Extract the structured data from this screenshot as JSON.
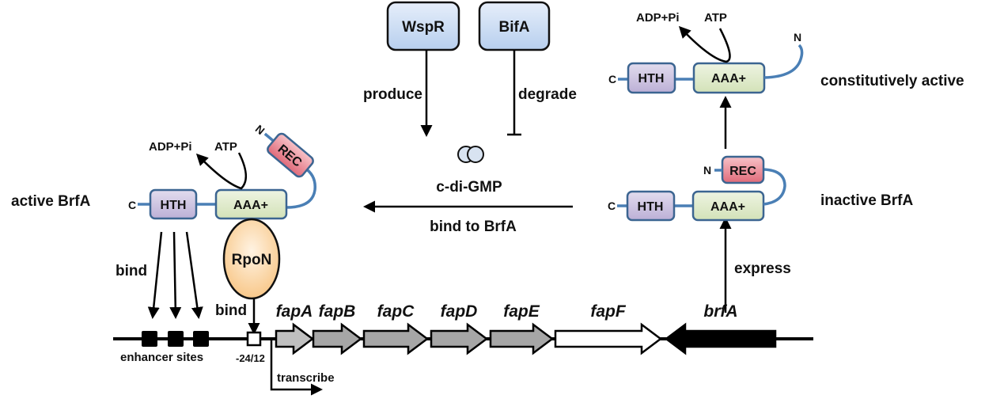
{
  "diagram": {
    "regulators": {
      "wspr": {
        "label": "WspR",
        "action": "produce"
      },
      "bifa": {
        "label": "BifA",
        "action": "degrade"
      }
    },
    "messenger": {
      "label": "c-di-GMP",
      "action": "bind to BrfA"
    },
    "states": {
      "active": {
        "label": "active BrfA"
      },
      "inactive": {
        "label": "inactive BrfA"
      },
      "constitutive": {
        "label": "constitutively active"
      }
    },
    "domains": {
      "hth": "HTH",
      "aaa": "AAA+",
      "rec": "REC",
      "c_term": "C",
      "n_term": "N"
    },
    "atp_cycle": {
      "product": "ADP+Pi",
      "substrate": "ATP"
    },
    "sigma_factor": {
      "label": "RpoN",
      "action": "bind"
    },
    "enhancer": {
      "action": "bind",
      "label": "enhancer sites"
    },
    "promoter": {
      "label": "-24/12"
    },
    "transcription": {
      "label": "transcribe"
    },
    "expression": {
      "label": "express"
    },
    "genes": [
      {
        "name": "fapA",
        "color": "#c0c0c0"
      },
      {
        "name": "fapB",
        "color": "#a6a6a6"
      },
      {
        "name": "fapC",
        "color": "#a6a6a6"
      },
      {
        "name": "fapD",
        "color": "#a6a6a6"
      },
      {
        "name": "fapE",
        "color": "#a6a6a6"
      },
      {
        "name": "fapF",
        "color": "#ffffff"
      },
      {
        "name": "brfA",
        "color": "#000000"
      }
    ],
    "colors": {
      "regulator_fill": "#c9dcf2",
      "hth_fill": "#cfc6e0",
      "aaa_fill": "#dde8c6",
      "rec_fill": "#e67a87",
      "rpon_fill": "#fbd8a8",
      "domain_border": "#3c6591",
      "linker": "#4a7fb5"
    }
  }
}
